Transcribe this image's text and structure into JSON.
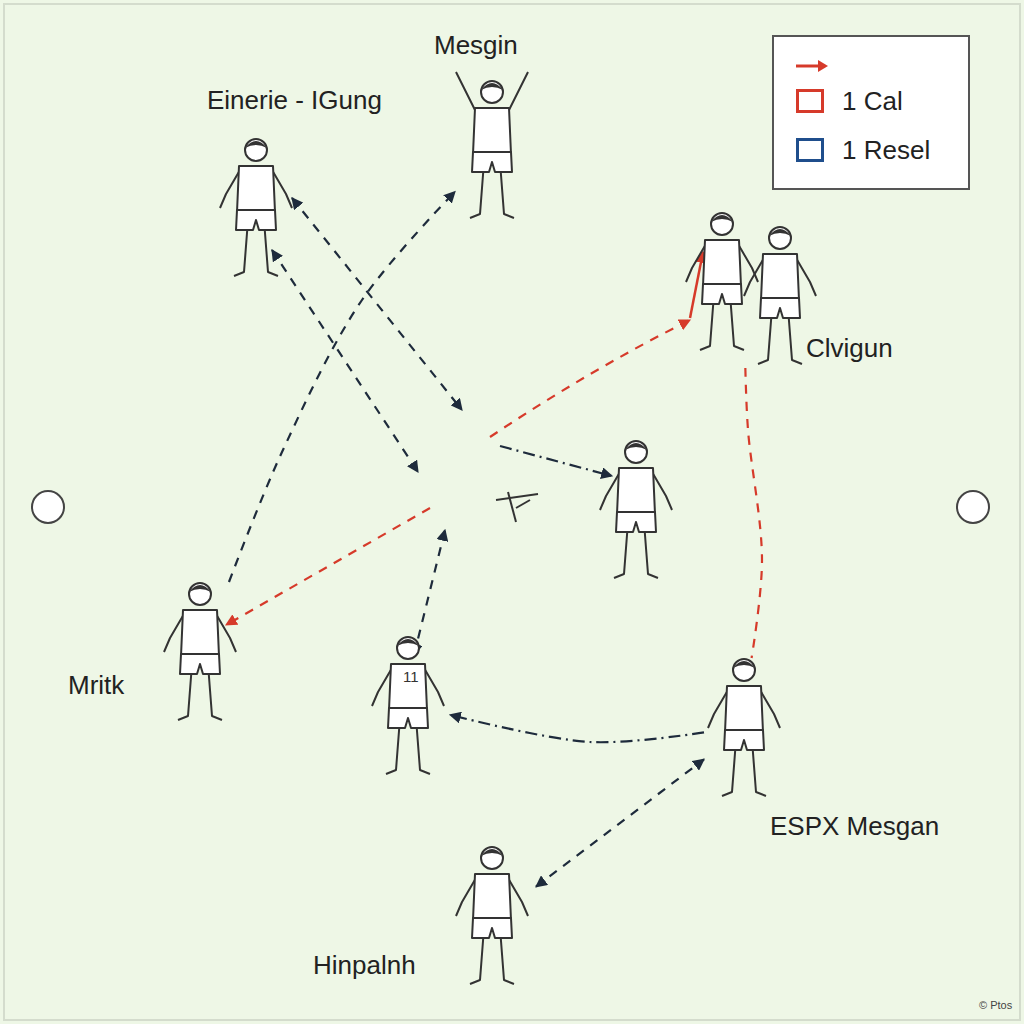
{
  "diagram": {
    "nodes": [
      {
        "text": [
          "Mesgin"
        ]
      },
      {
        "text": [
          "Einerie - IGung"
        ]
      },
      {
        "text": [
          "Clvigun"
        ]
      },
      {
        "text": [
          "Mritk"
        ]
      },
      {
        "text": [
          "11"
        ]
      },
      {
        "text": [
          "ESPX Mesgan"
        ]
      },
      {
        "text": [
          "Hinpalnh"
        ]
      }
    ],
    "edges": [
      {
        "from": 3,
        "to": 0,
        "arrow": "to"
      },
      {
        "from": 2,
        "to": 5,
        "arrow": "none"
      },
      {
        "from": 5,
        "to": 4,
        "arrow": "to"
      },
      {
        "from": 6,
        "to": 5,
        "arrow": "both"
      }
    ],
    "labels": [
      "© Ptos"
    ],
    "legend": [
      {
        "text": "1 Cal",
        "color": "#d63a2a"
      },
      {
        "text": "1 Resel",
        "color": "#1f4e8c"
      }
    ]
  }
}
